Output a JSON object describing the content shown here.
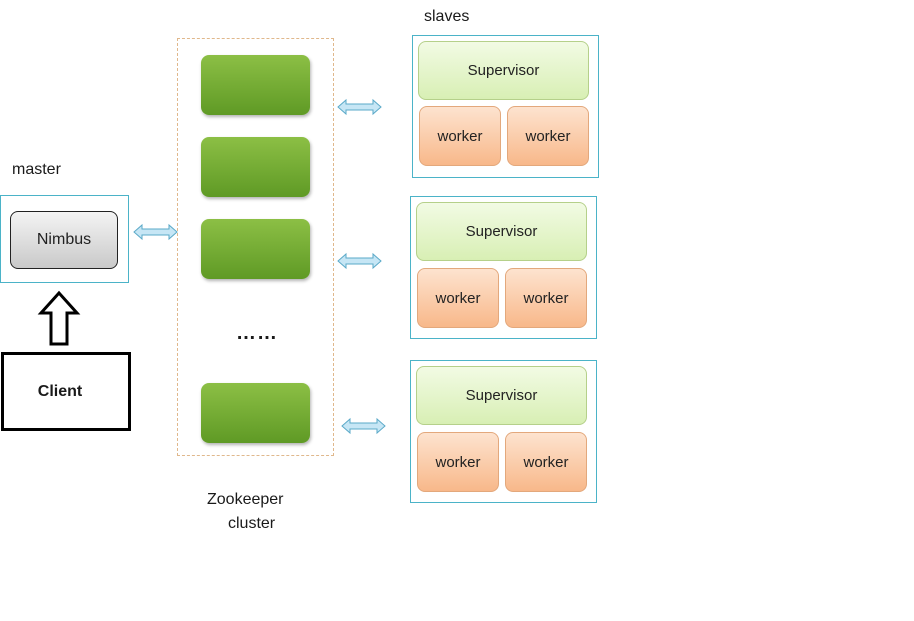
{
  "master": {
    "label": "master",
    "nimbus": "Nimbus"
  },
  "client": {
    "label": "Client"
  },
  "zookeeper": {
    "ellipsis": "……",
    "caption_line1": "Zookeeper",
    "caption_line2": "cluster"
  },
  "slaves": {
    "label": "slaves",
    "nodes": [
      {
        "supervisor": "Supervisor",
        "workers": [
          "worker",
          "worker"
        ]
      },
      {
        "supervisor": "Supervisor",
        "workers": [
          "worker",
          "worker"
        ]
      },
      {
        "supervisor": "Supervisor",
        "workers": [
          "worker",
          "worker"
        ]
      }
    ]
  },
  "colors": {
    "box_border": "#4bb3c8",
    "zookeeper_node": "#6fa52f",
    "supervisor": "#e3f5c8",
    "worker": "#f9c69f",
    "arrow_fill": "#c6e6f5",
    "arrow_stroke": "#5aa9c8"
  }
}
